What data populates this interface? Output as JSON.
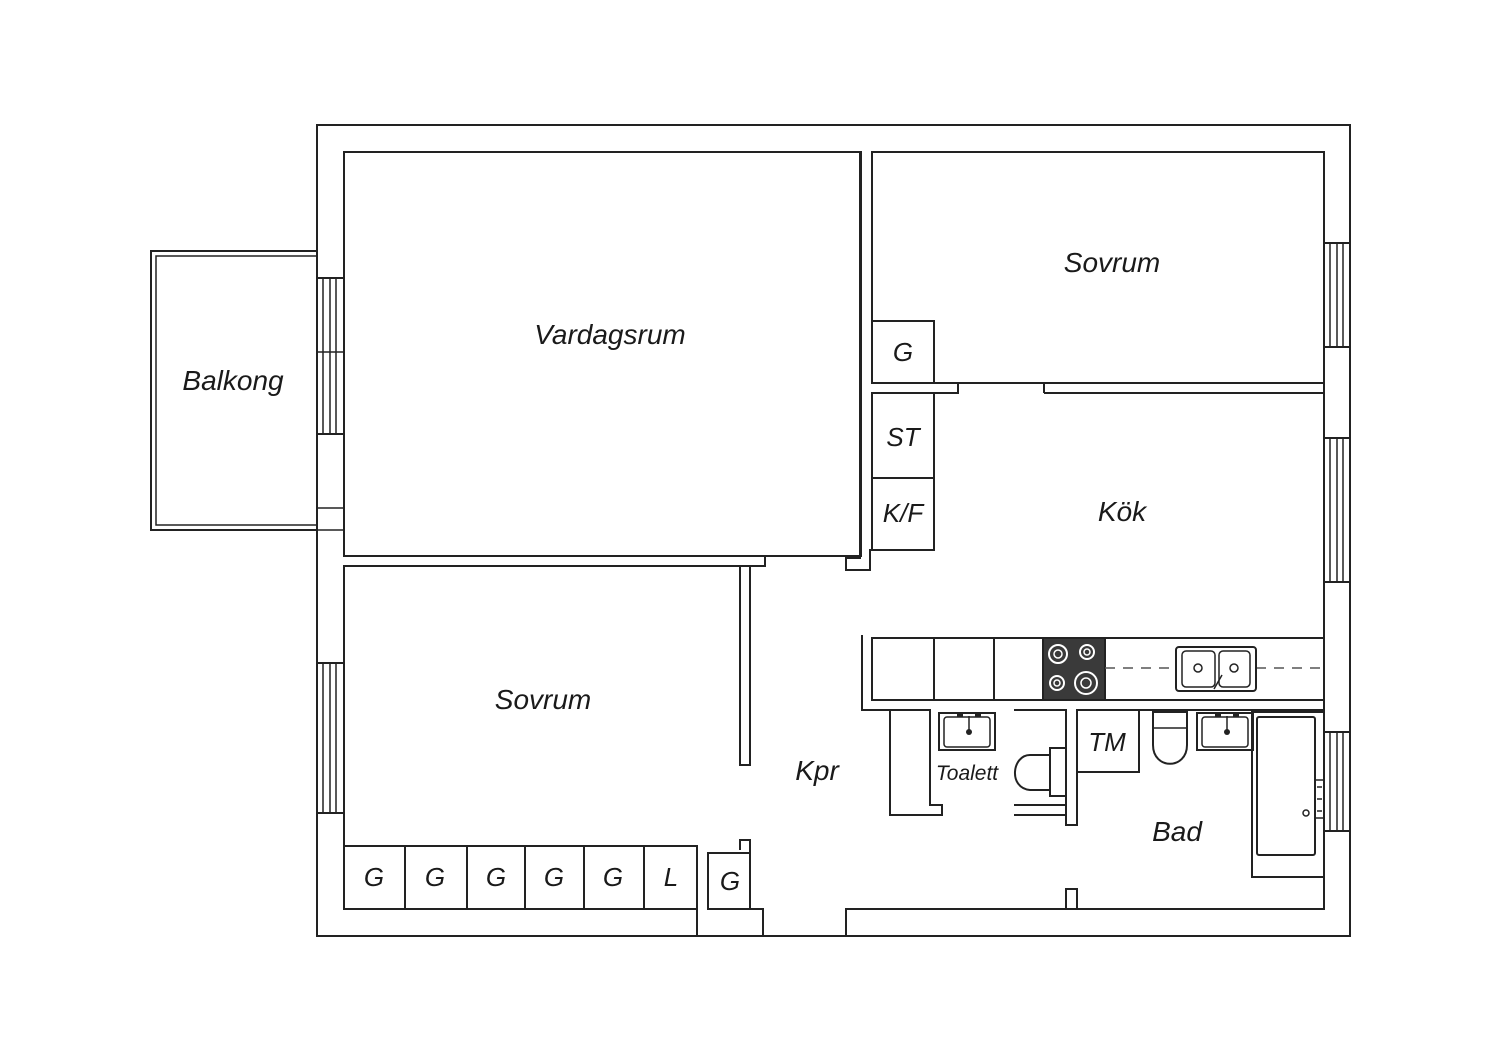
{
  "rooms": {
    "balcony": "Balkong",
    "living_room": "Vardagsrum",
    "bedroom_top": "Sovrum",
    "kitchen": "Kök",
    "bedroom_bottom": "Sovrum",
    "hallway": "Kpr",
    "toilet": "Toalett",
    "bathroom": "Bad"
  },
  "fixtures": {
    "wardrobe_bedroom_top": "G",
    "storage": "ST",
    "fridge_freezer": "K/F",
    "wardrobes_bottom": [
      "G",
      "G",
      "G",
      "G",
      "G"
    ],
    "linen": "L",
    "wardrobe_hall": "G",
    "washing_machine": "TM"
  },
  "colors": {
    "stroke": "#222222",
    "stove": "#3a3a3a"
  }
}
